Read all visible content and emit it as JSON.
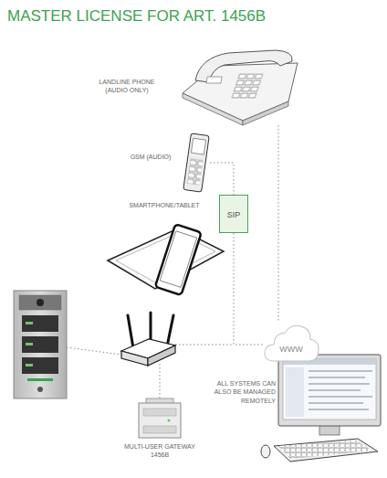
{
  "diagram": {
    "title": "MASTER LICENSE FOR ART. 1456B",
    "nodes": [
      {
        "text": [
          "LANDLINE PHONE (AUDIO ONLY)"
        ]
      },
      {
        "text": [
          "GSM (AUDIO)"
        ]
      },
      {
        "text": [
          "SIP"
        ]
      },
      {
        "text": [
          "SMARTPHONE/TABLET"
        ]
      },
      {
        "text": [
          "WWW"
        ]
      },
      {
        "text": [
          "ALL SYSTEMS CAN ALSO BE MANAGED REMOTELY"
        ]
      },
      {
        "text": [
          "MULTI-USER GATEWAY 1456B"
        ]
      }
    ],
    "edges": [
      {
        "from": 0,
        "to": 4,
        "arrow": "none"
      },
      {
        "from": 1,
        "to": 2,
        "arrow": "none"
      },
      {
        "from": 2,
        "to": 4,
        "arrow": "none"
      }
    ]
  }
}
